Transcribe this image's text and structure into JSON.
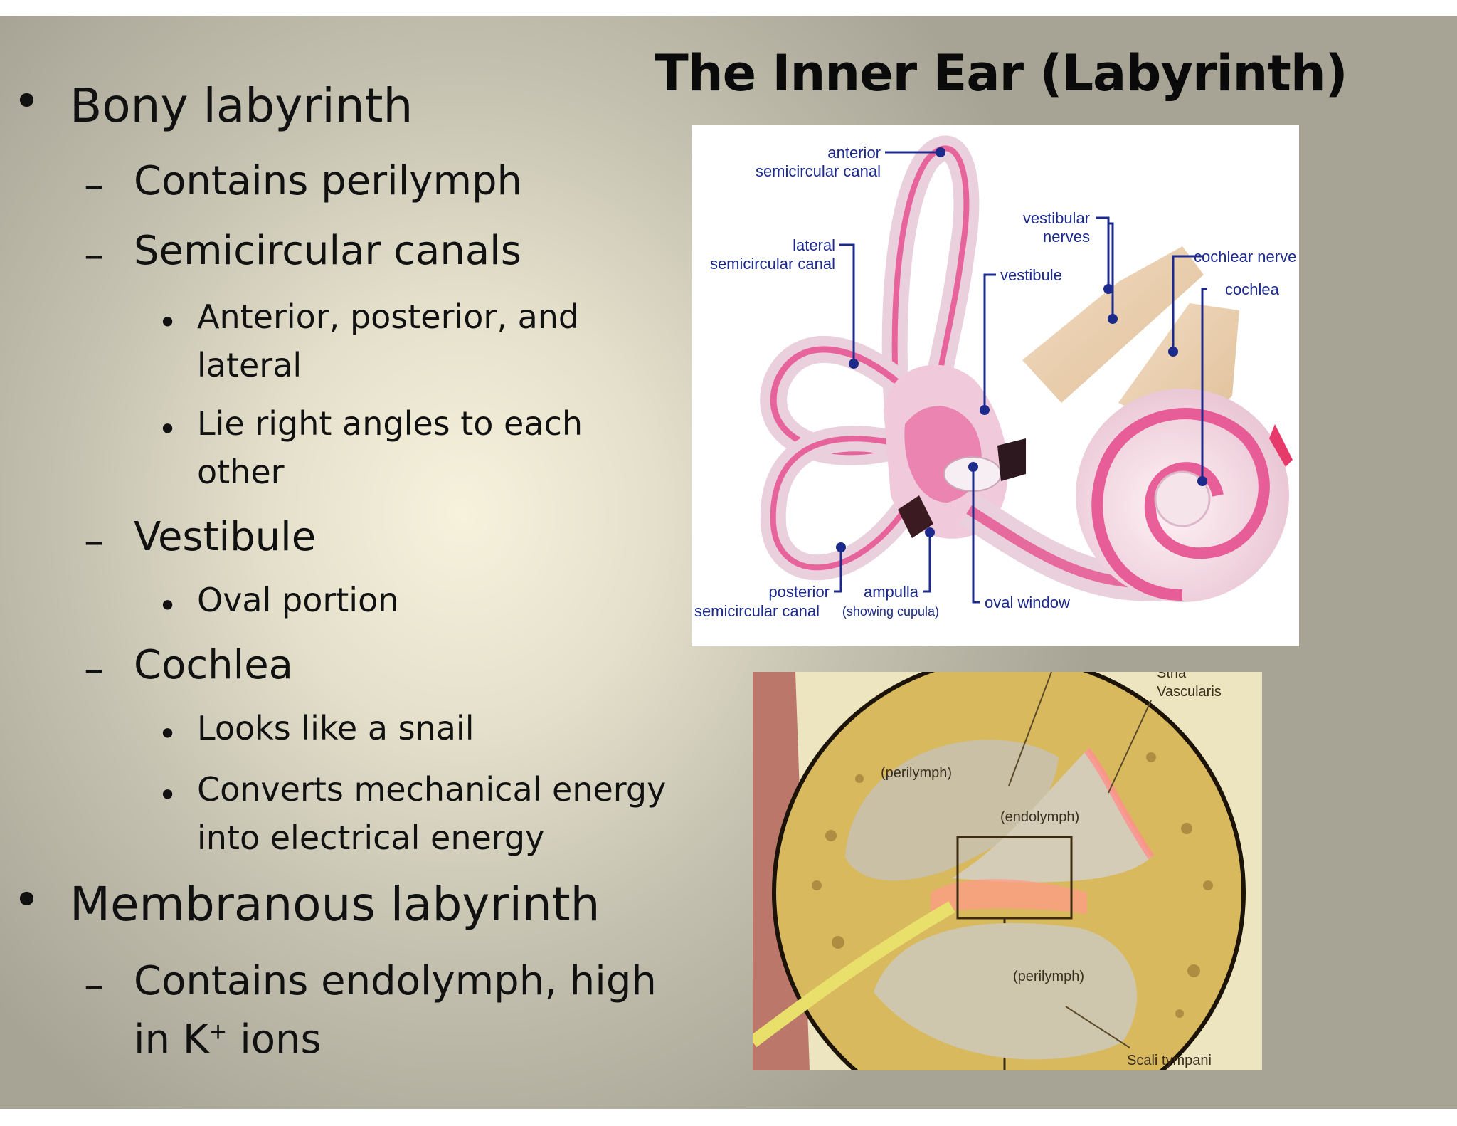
{
  "title": "The Inner Ear (Labyrinth)",
  "outline": {
    "bony": "Bony labyrinth",
    "perilymph": "Contains perilymph",
    "canals": "Semicircular canals",
    "canals_a1": "Anterior, posterior, and",
    "canals_a2": "lateral",
    "canals_b1": "Lie right angles to each",
    "canals_b2": "other",
    "vestibule": "Vestibule",
    "oval": "Oval portion",
    "cochlea": "Cochlea",
    "snail": "Looks like a snail",
    "converts1": "Converts mechanical energy",
    "converts2": "into electrical energy",
    "membranous": "Membranous labyrinth",
    "endolymph1": "Contains endolymph, high",
    "endolymph2_pre": "in K",
    "endolymph2_sup": "+",
    "endolymph2_post": "ions"
  },
  "figure1": {
    "anterior1": "anterior",
    "anterior2": "semicircular canal",
    "lateral1": "lateral",
    "lateral2": "semicircular canal",
    "vestibular1": "vestibular",
    "vestibular2": "nerves",
    "vestibule": "vestibule",
    "cochlear_nerve": "cochlear nerve",
    "cochlea": "cochlea",
    "posterior1": "posterior",
    "posterior2": "semicircular canal",
    "ampulla1": "ampulla",
    "ampulla2": "(showing cupula)",
    "oval_window": "oval window"
  },
  "figure2": {
    "stria1": "Stria",
    "stria2": "Vascularis",
    "perilymph_top": "(perilymph)",
    "endolymph": "(endolymph)",
    "perilymph_bottom": "(perilymph)",
    "scala": "Scali tympani"
  },
  "colors": {
    "label_blue": "#1c2a8c",
    "pink": "#e6508f",
    "bone": "#d8b95a"
  }
}
